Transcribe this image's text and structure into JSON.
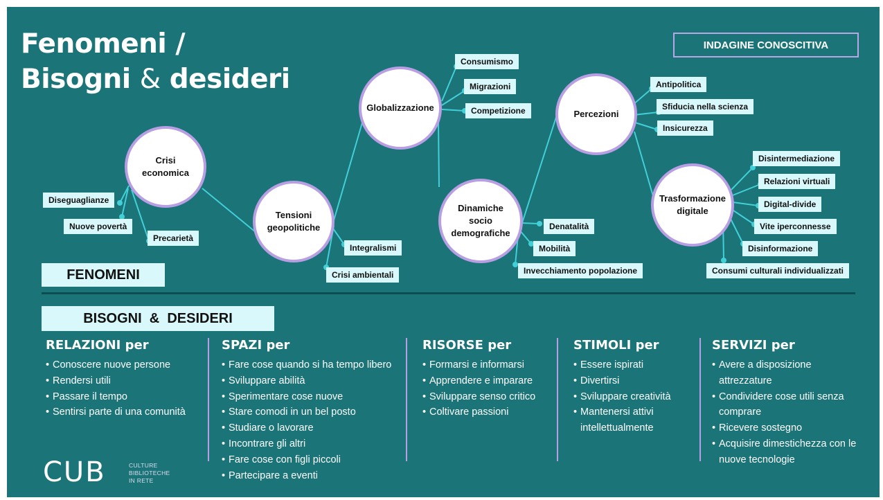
{
  "title": {
    "line1": "Fenomeni /",
    "line2_a": "Bisogni",
    "line2_b": "&",
    "line2_c": "desideri"
  },
  "tag": "INDAGINE CONOSCITIVA",
  "nodes": {
    "crisi": "Crisi economica",
    "tensioni": "Tensioni geopolitiche",
    "globalizzazione": "Globalizzazione",
    "dinamiche": "Dinamiche socio demografiche",
    "percezioni": "Percezioni",
    "trasformazione": "Trasformazione digitale"
  },
  "labels": {
    "diseguaglianze": "Diseguaglianze",
    "nuove_poverta": "Nuove povertà",
    "precarieta": "Precarietà",
    "integralismi": "Integralismi",
    "crisi_ambientali": "Crisi ambientali",
    "consumismo": "Consumismo",
    "migrazioni": "Migrazioni",
    "competizione": "Competizione",
    "denatalita": "Denatalità",
    "mobilita": "Mobilità",
    "invecchiamento": "Invecchiamento popolazione",
    "antipolitica": "Antipolitica",
    "sfiducia": "Sfiducia nella scienza",
    "insicurezza": "Insicurezza",
    "disintermediazione": "Disintermediazione",
    "relazioni_virtuali": "Relazioni virtuali",
    "digital_divide": "Digital-divide",
    "vite_iperconnesse": "Vite iperconnesse",
    "disinformazione": "Disinformazione",
    "consumi_culturali": "Consumi culturali individualizzati"
  },
  "sections": {
    "fenomeni": "FENOMENI",
    "bisogni": "BISOGNI  &  DESIDERI"
  },
  "columns": [
    {
      "title": "RELAZIONI per",
      "items": [
        "Conoscere nuove persone",
        "Rendersi utili",
        "Passare il tempo",
        "Sentirsi parte di una comunità"
      ]
    },
    {
      "title": "SPAZI per",
      "items": [
        "Fare cose quando si ha tempo libero",
        "Sviluppare abilità",
        "Sperimentare cose nuove",
        "Stare comodi in un bel posto",
        "Studiare o lavorare",
        "Incontrare gli altri",
        "Fare cose con figli piccoli",
        "Partecipare a eventi"
      ]
    },
    {
      "title": "RISORSE per",
      "items": [
        "Formarsi e informarsi",
        "Apprendere e imparare",
        "Sviluppare senso critico",
        "Coltivare passioni"
      ]
    },
    {
      "title": "STIMOLI per",
      "items": [
        "Essere ispirati",
        "Divertirsi",
        "Sviluppare creatività",
        "Mantenersi attivi intellettualmente"
      ]
    },
    {
      "title": "SERVIZI per",
      "items": [
        "Avere a disposizione attrezzature",
        "Condividere cose utili senza comprare",
        "Ricevere sostegno",
        "Acquisire dimestichezza con le nuove tecnologie"
      ]
    }
  ],
  "logo": {
    "mark": "CUB",
    "line1": "CULTURE",
    "line2": "BIBLIOTECHE",
    "line3": "IN RETE"
  },
  "colors": {
    "background": "#1a7478",
    "accent": "#b89fe3",
    "label_bg": "#d8f8fb",
    "connector": "#43cfd8"
  }
}
